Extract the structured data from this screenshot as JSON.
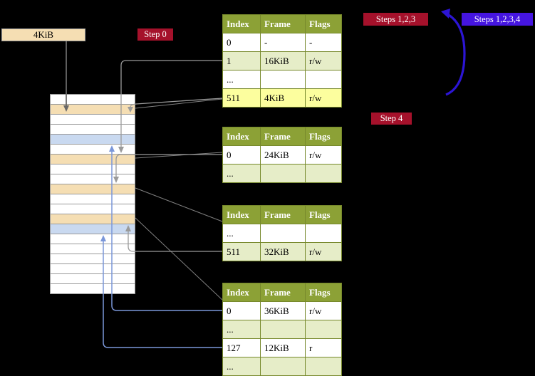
{
  "colors": {
    "badge_red": "#a5112b",
    "badge_blue": "#4515e0",
    "bracket_blue": "#2c15d4",
    "table_header_bg": "#8ca136",
    "table_border": "#76882b",
    "row_green": "#e6edc8",
    "row_yellow": "#fcfe9e",
    "mem_wheat": "#f5deb3",
    "mem_blue": "#c9d9f0"
  },
  "register_box": {
    "label": "4KiB"
  },
  "badges": {
    "step0": "Step 0",
    "steps123": "Steps 1,2,3",
    "steps1234": "Steps 1,2,3,4",
    "step4": "Step 4"
  },
  "page_tables": [
    {
      "id": "page-table-level-4",
      "headers": [
        "Index",
        "Frame",
        "Flags"
      ],
      "rows": [
        {
          "bg": "white",
          "cells": [
            "0",
            "-",
            "-"
          ]
        },
        {
          "bg": "green",
          "cells": [
            "1",
            "16KiB",
            "r/w"
          ]
        },
        {
          "bg": "white",
          "cells": [
            "...",
            "",
            ""
          ]
        },
        {
          "bg": "yellow",
          "cells": [
            "511",
            "4KiB",
            "r/w"
          ]
        }
      ]
    },
    {
      "id": "page-table-level-3",
      "headers": [
        "Index",
        "Frame",
        "Flags"
      ],
      "rows": [
        {
          "bg": "white",
          "cells": [
            "0",
            "24KiB",
            "r/w"
          ]
        },
        {
          "bg": "green",
          "cells": [
            "...",
            "",
            ""
          ]
        }
      ]
    },
    {
      "id": "page-table-level-2",
      "headers": [
        "Index",
        "Frame",
        "Flags"
      ],
      "rows": [
        {
          "bg": "white",
          "cells": [
            "...",
            "",
            ""
          ]
        },
        {
          "bg": "green",
          "cells": [
            "511",
            "32KiB",
            "r/w"
          ]
        }
      ]
    },
    {
      "id": "page-table-level-1",
      "headers": [
        "Index",
        "Frame",
        "Flags"
      ],
      "rows": [
        {
          "bg": "white",
          "cells": [
            "0",
            "36KiB",
            "r/w"
          ]
        },
        {
          "bg": "green",
          "cells": [
            "...",
            "",
            ""
          ]
        },
        {
          "bg": "white",
          "cells": [
            "127",
            "12KiB",
            "r"
          ]
        },
        {
          "bg": "green",
          "cells": [
            "...",
            "",
            ""
          ]
        }
      ]
    }
  ],
  "physical_memory": {
    "rows": [
      "plain",
      "wheat",
      "plain",
      "plain",
      "blue",
      "plain",
      "wheat",
      "plain",
      "plain",
      "wheat",
      "plain",
      "plain",
      "wheat",
      "blue",
      "plain",
      "plain",
      "plain",
      "plain",
      "plain",
      "plain"
    ]
  }
}
